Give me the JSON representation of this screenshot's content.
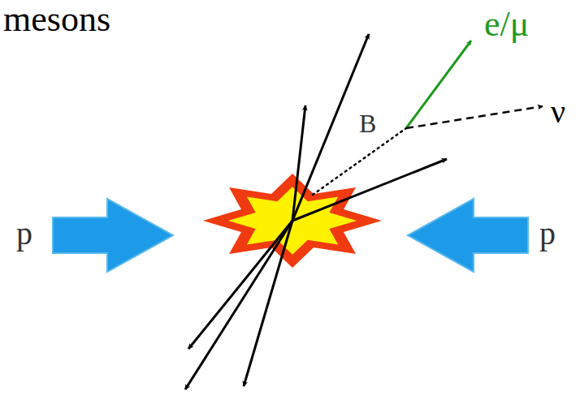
{
  "diagram": {
    "labels": [
      "mesons",
      "p",
      "p",
      "B",
      "e/μ",
      "ν"
    ]
  }
}
